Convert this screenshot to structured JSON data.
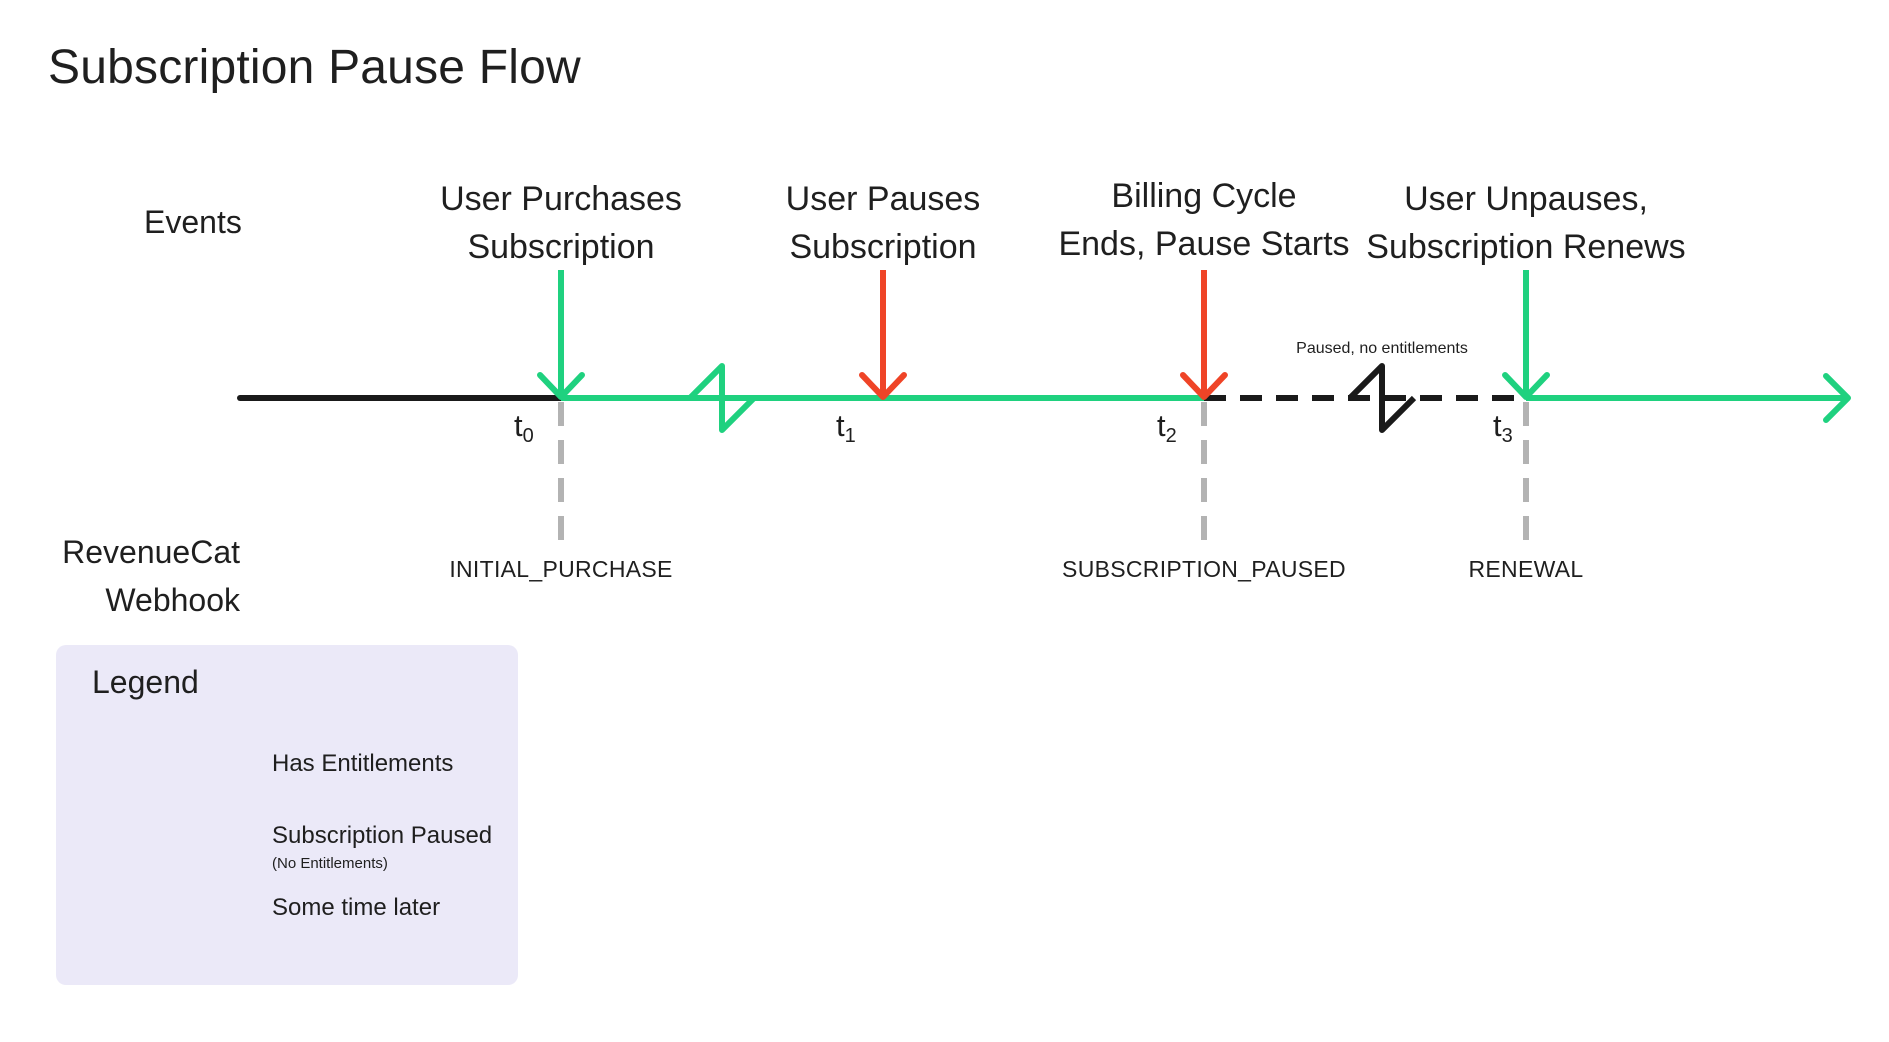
{
  "title": "Subscription Pause Flow",
  "lanes": {
    "events": "Events",
    "webhook_line1": "RevenueCat",
    "webhook_line2": "Webhook"
  },
  "events": [
    {
      "line1": "User Purchases",
      "line2": "Subscription",
      "arrow_color": "#1fd17f"
    },
    {
      "line1": "User Pauses",
      "line2": "Subscription",
      "arrow_color": "#ef4427"
    },
    {
      "line1": "Billing Cycle",
      "line2": "Ends, Pause Starts",
      "arrow_color": "#ef4427"
    },
    {
      "line1": "User Unpauses,",
      "line2": "Subscription Renews",
      "arrow_color": "#1fd17f"
    }
  ],
  "ticks": [
    {
      "base": "t",
      "sub": "0"
    },
    {
      "base": "t",
      "sub": "1"
    },
    {
      "base": "t",
      "sub": "2"
    },
    {
      "base": "t",
      "sub": "3"
    }
  ],
  "webhooks": [
    {
      "label": "INITIAL_PURCHASE"
    },
    {
      "label": "SUBSCRIPTION_PAUSED"
    },
    {
      "label": "RENEWAL"
    }
  ],
  "pause_note": "Paused, no entitlements",
  "legend": {
    "title": "Legend",
    "items": [
      {
        "label": "Has Entitlements",
        "sub": ""
      },
      {
        "label": "Subscription Paused",
        "sub": "(No Entitlements)"
      },
      {
        "label": "Some time later",
        "sub": ""
      }
    ]
  },
  "colors": {
    "green": "#1fd17f",
    "red": "#ef4427",
    "black": "#1a1a1a",
    "gray": "#b3b3b3",
    "legend_bg": "#ebe9f8"
  }
}
